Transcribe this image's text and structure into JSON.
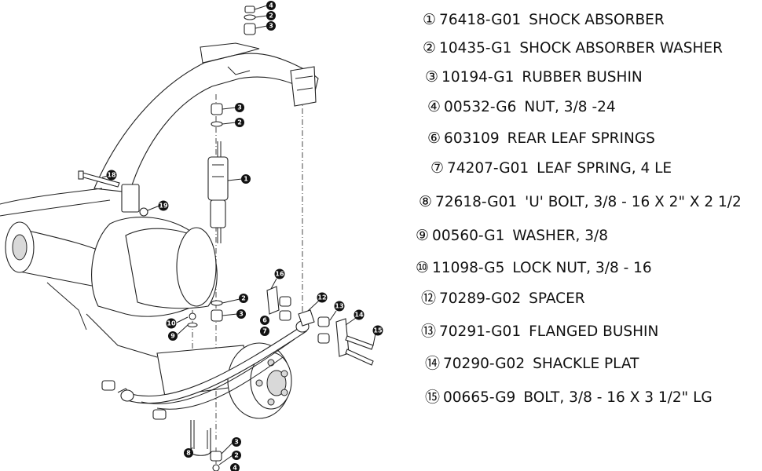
{
  "legend": [
    {
      "num": "①",
      "part": "76418-G01",
      "desc": "SHOCK ABSORBER"
    },
    {
      "num": "②",
      "part": "10435-G1",
      "desc": "SHOCK ABSORBER WASHER"
    },
    {
      "num": "③",
      "part": "10194-G1",
      "desc": "RUBBER BUSHIN"
    },
    {
      "num": "④",
      "part": "00532-G6",
      "desc": "NUT, 3/8 -24"
    },
    {
      "num": "⑥",
      "part": "603109",
      "desc": "REAR LEAF SPRINGS"
    },
    {
      "num": "⑦",
      "part": "74207-G01",
      "desc": "LEAF SPRING, 4 LE"
    },
    {
      "num": "⑧",
      "part": "72618-G01",
      "desc": "'U'  BOLT, 3/8 - 16 X 2\" X 2 1/2"
    },
    {
      "num": "⑨",
      "part": "00560-G1",
      "desc": "WASHER, 3/8"
    },
    {
      "num": "⑩",
      "part": "11098-G5",
      "desc": "LOCK NUT, 3/8 - 16"
    },
    {
      "num": "⑫",
      "part": "70289-G02",
      "desc": "SPACER"
    },
    {
      "num": "⑬",
      "part": "70291-G01",
      "desc": "FLANGED BUSHIN"
    },
    {
      "num": "⑭",
      "part": "70290-G02",
      "desc": "SHACKLE PLAT"
    },
    {
      "num": "⑮",
      "part": "00665-G9",
      "desc": "BOLT, 3/8 - 16 X 3 1/2\" LG"
    }
  ],
  "callouts": {
    "c4a": "4",
    "c2a": "2",
    "c3a": "3",
    "c3b": "3",
    "c2b": "2",
    "c1": "1",
    "c18": "18",
    "c19": "19",
    "c16": "16",
    "c12": "12",
    "c13": "13",
    "c14": "14",
    "c15": "15",
    "c2c": "2",
    "c3c": "3",
    "c10": "10",
    "c9": "9",
    "c6": "6",
    "c7": "7",
    "c8": "8",
    "c3d": "3",
    "c2d": "2",
    "c4b": "4"
  }
}
